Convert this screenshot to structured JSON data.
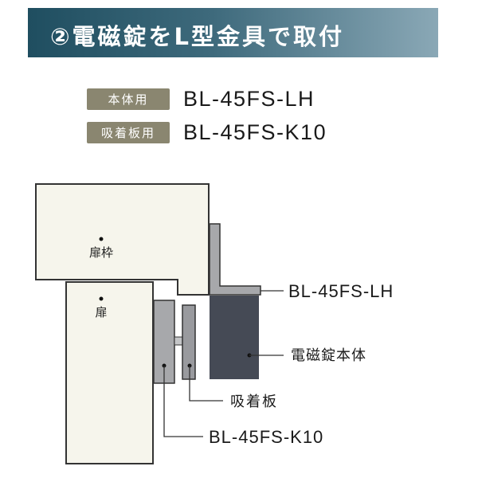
{
  "header": {
    "title": "②電磁錠をL型金具で取付"
  },
  "models": [
    {
      "badge": "本体用",
      "model": "BL-45FS-LH"
    },
    {
      "badge": "吸着板用",
      "model": "BL-45FS-K10"
    }
  ],
  "diagram": {
    "frame_label": "扉枠",
    "door_label": "扉",
    "bracket_callout": "BL-45FS-LH",
    "lock_body_callout": "電磁錠本体",
    "plate_callout": "吸着板",
    "plate_bracket_callout": "BL-45FS-K10"
  },
  "colors": {
    "banner": "#1f4e60",
    "badge": "#8a8670",
    "wood": "#f6f5ec",
    "metal": "#a7a8ab",
    "lock_body": "#454a55"
  }
}
